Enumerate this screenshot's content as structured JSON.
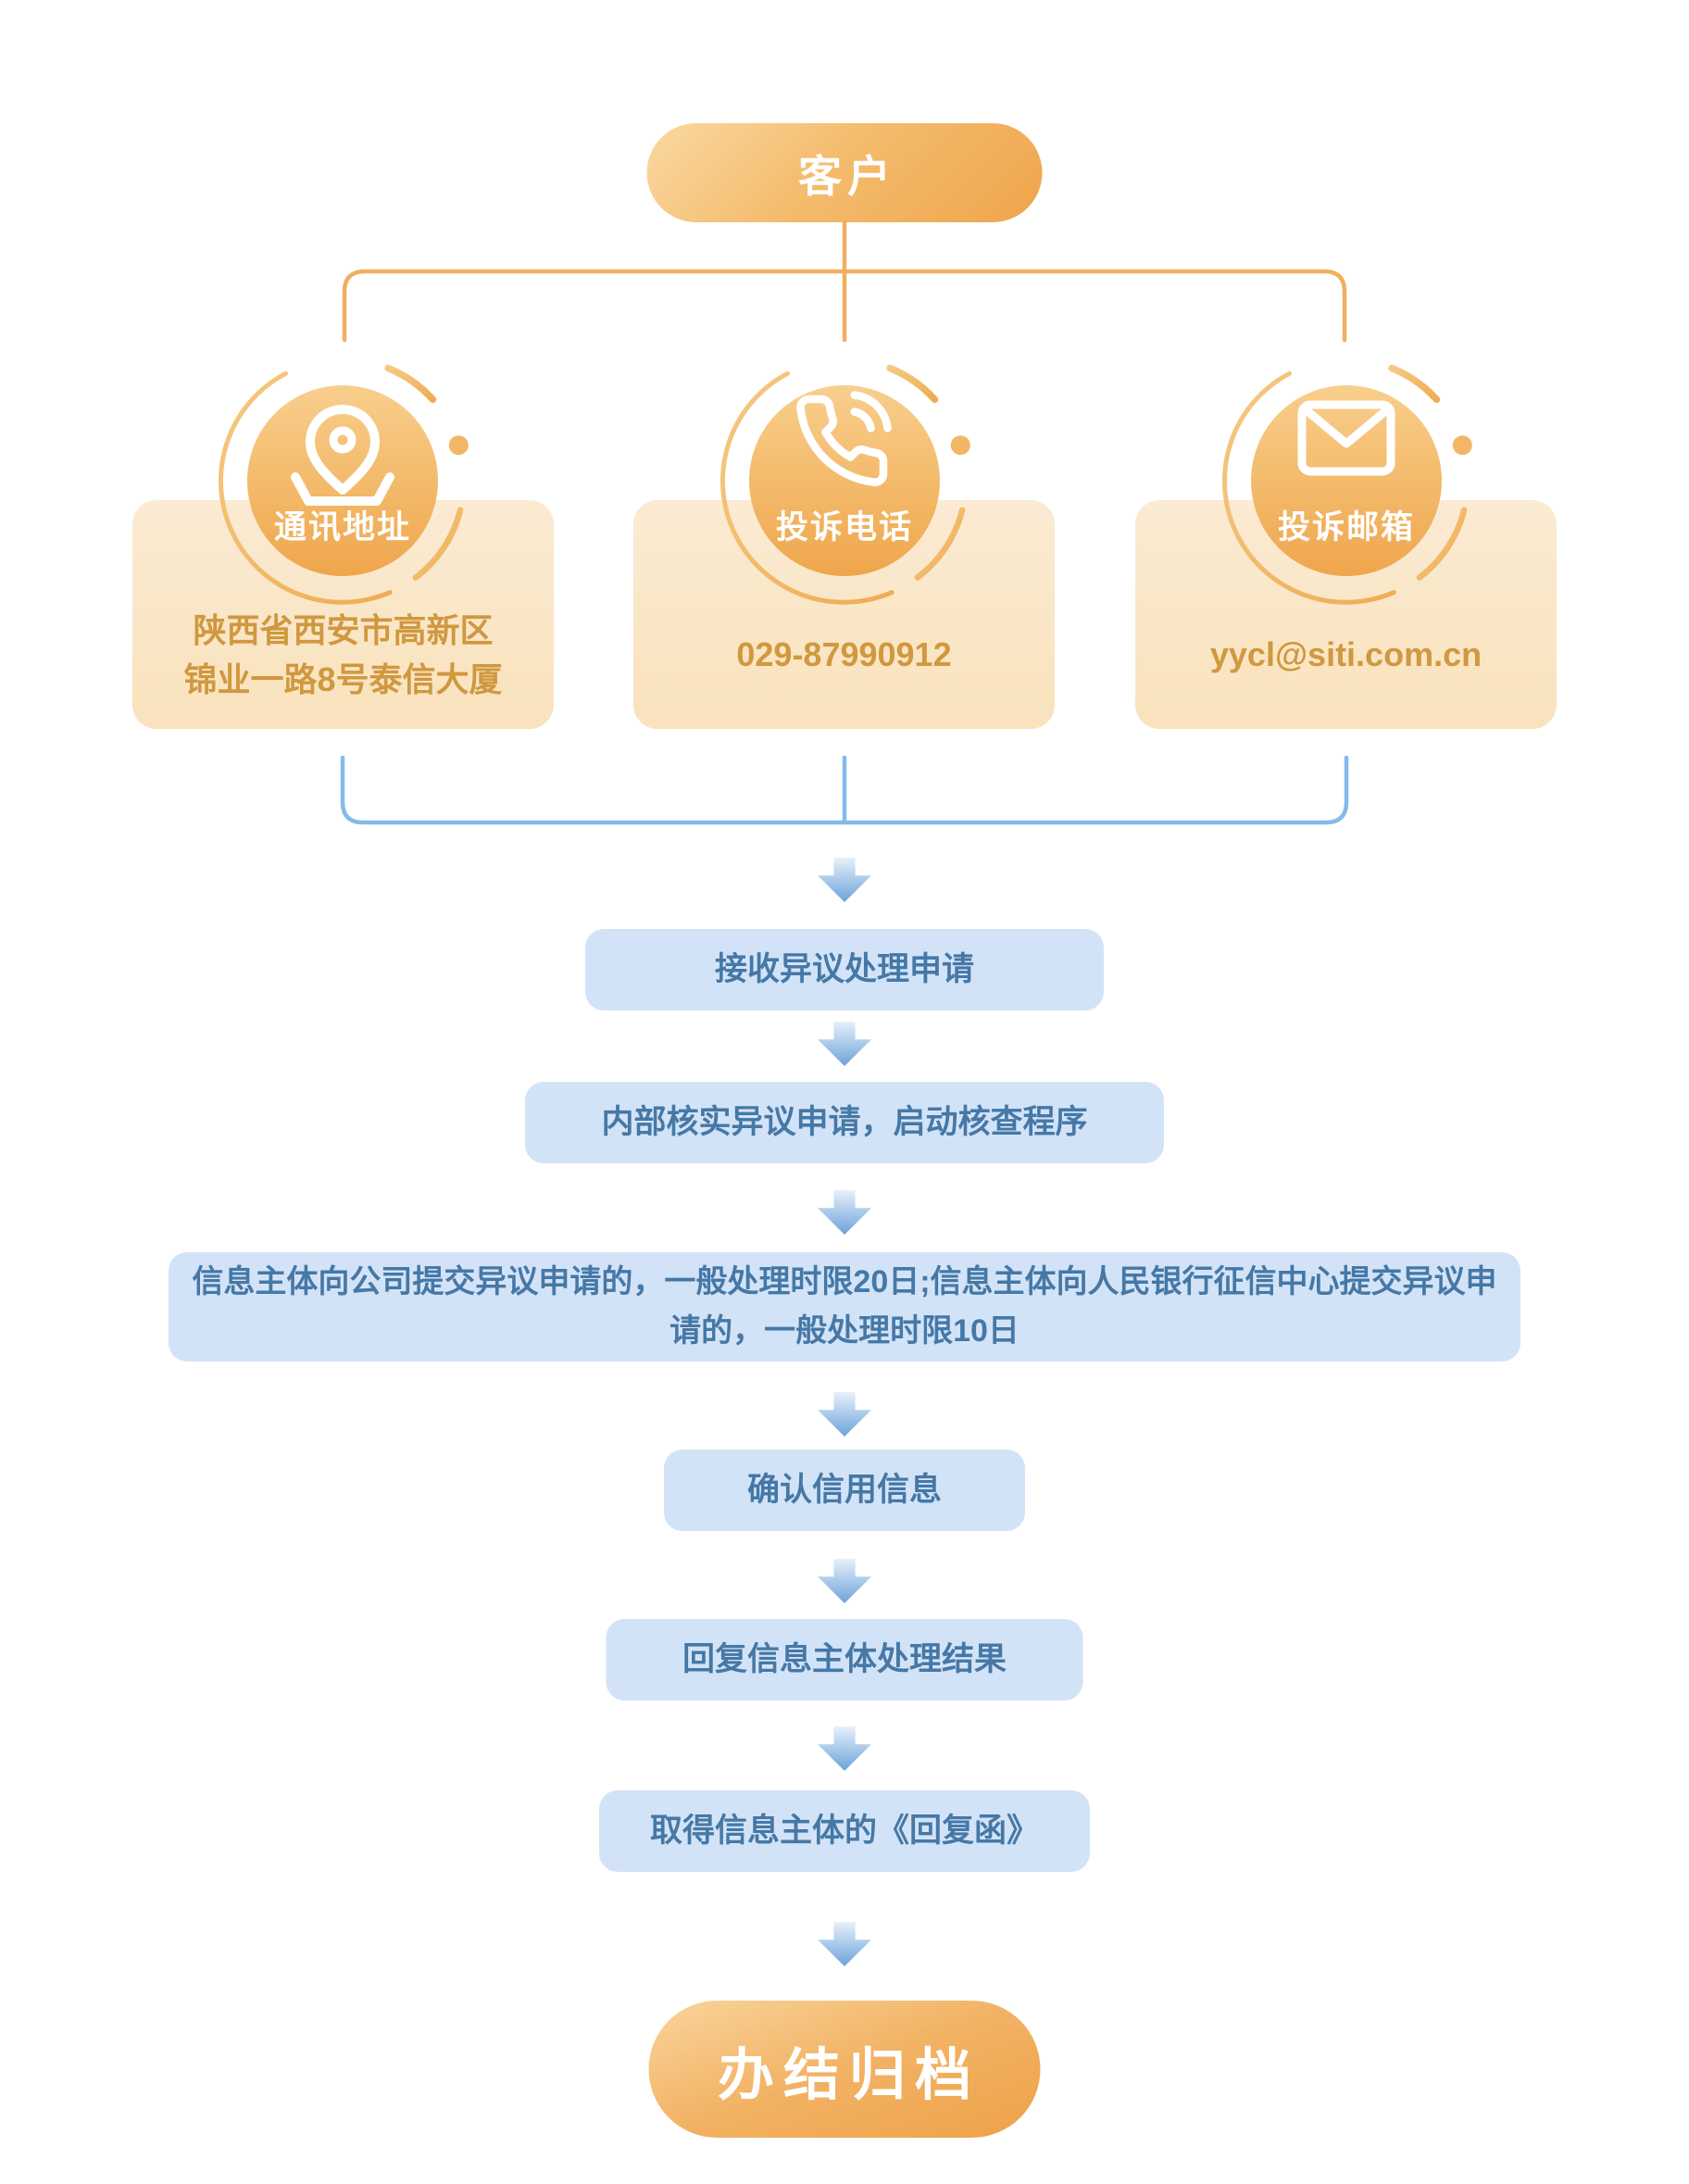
{
  "top_node": {
    "label": "客户"
  },
  "branches": [
    {
      "badge": "通讯地址",
      "icon": "location-pin-icon",
      "lines": [
        "陕西省西安市高新区",
        "锦业一路8号泰信大厦"
      ]
    },
    {
      "badge": "投诉电话",
      "icon": "phone-icon",
      "lines": [
        "029-87990912"
      ]
    },
    {
      "badge": "投诉邮箱",
      "icon": "mail-icon",
      "lines": [
        "yycl@siti.com.cn"
      ]
    }
  ],
  "steps": [
    "接收异议处理申请",
    "内部核实异议申请，启动核查程序",
    "信息主体向公司提交异议申请的，一般处理时限20日;信息主体向人民银行征信中心提交异议申请的，一般处理时限10日",
    "确认信用信息",
    "回复信息主体处理结果",
    "取得信息主体的《回复函》"
  ],
  "end_node": {
    "label": "办结归档"
  },
  "colors": {
    "accent_orange": "#EFA54B",
    "connector_orange": "#F0AF5E",
    "card_bg": "#FAE7C9",
    "card_text": "#D0983F",
    "step_bg": "#D3E3F7",
    "step_text": "#4578A6",
    "connector_blue": "#87B9EB",
    "arrow_blue": "#6FA2D9"
  }
}
